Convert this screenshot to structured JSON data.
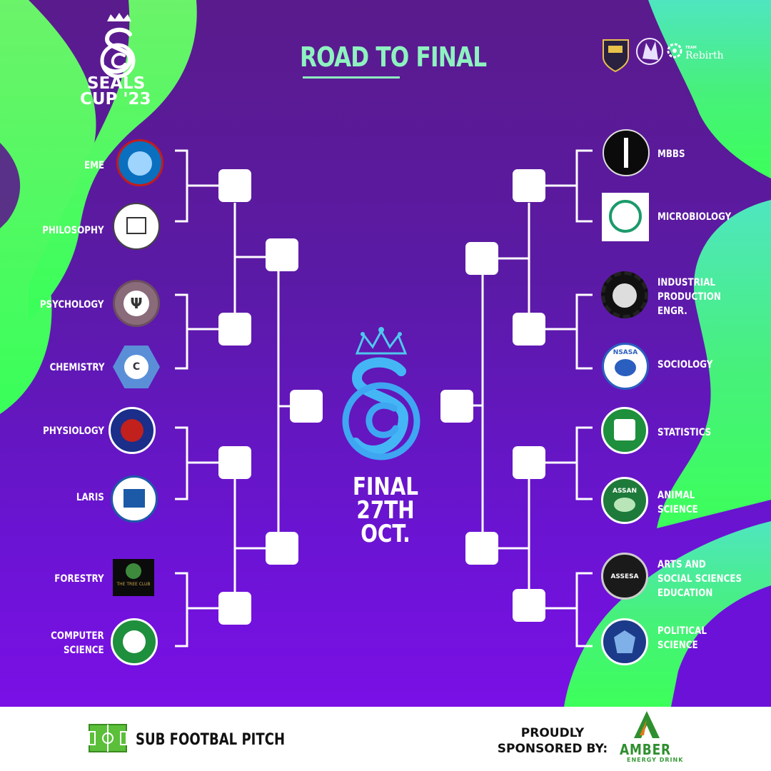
{
  "event": {
    "brand_line1": "SEALS",
    "brand_line2": "CUP '23",
    "title": "ROAD TO FINAL"
  },
  "partners": {
    "rebirth_small": "TEAM",
    "rebirth": "Rebirth"
  },
  "bracket": {
    "left": [
      {
        "label": "EME"
      },
      {
        "label": "PHILOSOPHY"
      },
      {
        "label": "PSYCHOLOGY"
      },
      {
        "label": "CHEMISTRY"
      },
      {
        "label": "PHYSIOLOGY"
      },
      {
        "label": "LARIS"
      },
      {
        "label": "FORESTRY"
      },
      {
        "label": "COMPUTER\nSCIENCE"
      }
    ],
    "right": [
      {
        "label": "MBBS"
      },
      {
        "label": "MICROBIOLOGY"
      },
      {
        "label": "INDUSTRIAL\nPRODUCTION\nENGR."
      },
      {
        "label": "SOCIOLOGY"
      },
      {
        "label": "STATISTICS"
      },
      {
        "label": "ANIMAL\nSCIENCE"
      },
      {
        "label": "ARTS AND\nSOCIAL SCIENCES\nEDUCATION"
      },
      {
        "label": "POLITICAL\nSCIENCE"
      }
    ]
  },
  "final": {
    "line1": "FINAL",
    "line2": "27TH",
    "line3": "OCT."
  },
  "footer": {
    "venue": "SUB FOOTBAL PITCH",
    "sponsor_line1": "PROUDLY",
    "sponsor_line2": "SPONSORED BY:",
    "sponsor_name": "AMBER",
    "sponsor_sub": "ENERGY DRINK"
  },
  "logo_text": {
    "tree_club": "THE TREE CLUB",
    "nsasa": "NSASA",
    "assesa": "ASSESA",
    "assan": "ASSAN",
    "ccs": "C",
    "psi": "Ψ"
  },
  "colors": {
    "accent_green": "#8ef2c0",
    "wave_green": "#39ff5a",
    "background_purple": "#5b1aa6"
  }
}
